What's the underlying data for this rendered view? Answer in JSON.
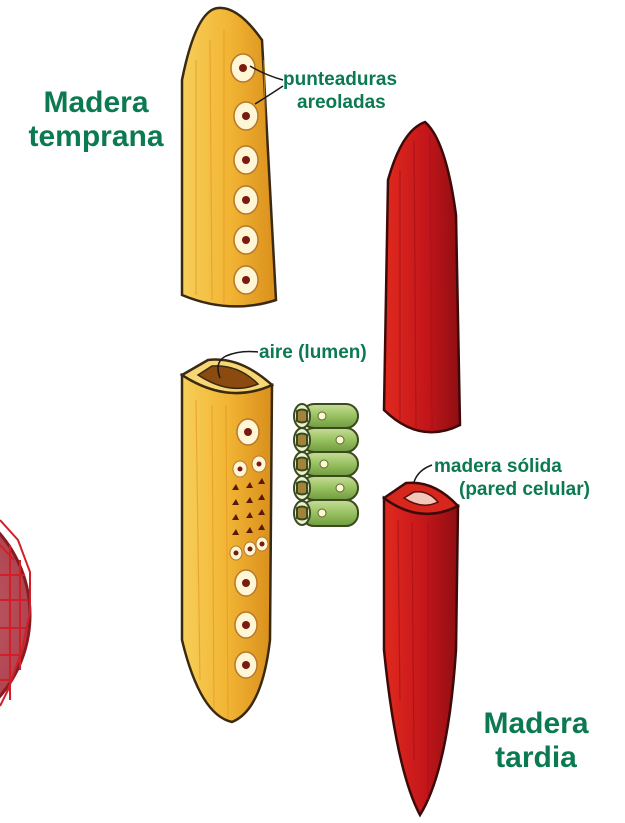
{
  "colors": {
    "label_green": "#0c7a50",
    "earlywood_yellow": "#f3b93a",
    "latewood_red": "#c9191a",
    "connector_green": "#9cc46a"
  },
  "labels": {
    "earlywood_title_line1": "Madera",
    "earlywood_title_line2": "temprana",
    "pits_line1": "punteaduras",
    "pits_line2": "areoladas",
    "lumen": "aire (lumen)",
    "solid_line1": "madera sólida",
    "solid_line2": "(pared celular)",
    "latewood_title_line1": "Madera",
    "latewood_title_line2": "tardia"
  }
}
